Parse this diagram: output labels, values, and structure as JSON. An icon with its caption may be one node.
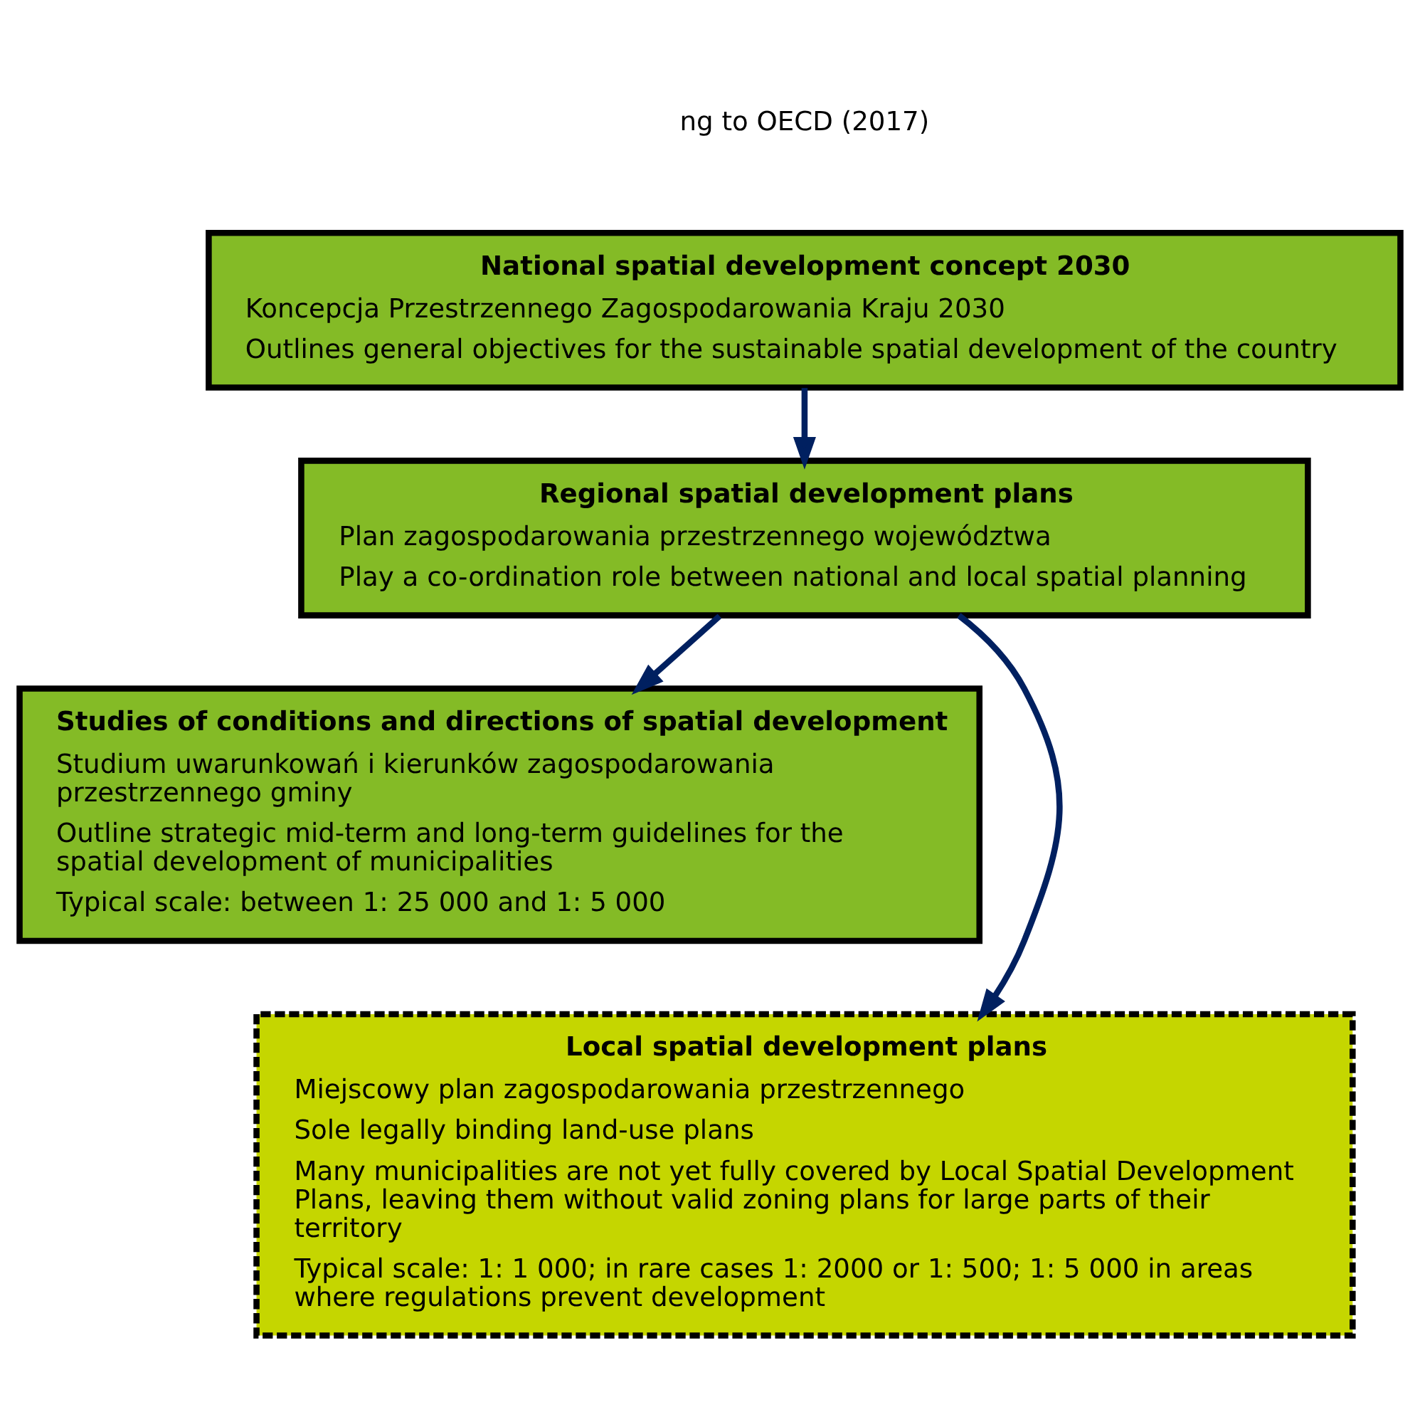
{
  "diagram": {
    "nodes": [
      {
        "text": [
          "National spatial development concept 2030",
          "Koncepcja Przestrzennego Zagospodarowania Kraju 2030",
          "Outlines general objectives for the sustainable spatial development of the country"
        ]
      },
      {
        "text": [
          "Regional spatial development plans",
          "Plan zagospodarowania przestrzennego województwa",
          "Play a co-ordination role between national and local spatial planning"
        ]
      },
      {
        "text": [
          "Studies of conditions and directions of spatial development",
          "Studium uwarunkowań i kierunków zagospodarowania przestrzennego gminy",
          "Outline strategic mid-term and long-term guidelines for the spatial development of municipalities",
          "Typical scale: between 1: 25 000 and 1: 5 000"
        ]
      },
      {
        "text": [
          "Local spatial development plans",
          "Miejscowy plan zagospodarowania przestrzennego",
          "Sole legally binding land-use plans",
          "Many municipalities are not yet fully covered by Local Spatial Development Plans, leaving them without valid zoning plans for large parts of their territory",
          "Typical scale: 1: 1 000; in rare cases 1: 2000 or 1: 500; 1: 5 000 in areas where regulations prevent development"
        ]
      }
    ],
    "edges": [
      {
        "from": 0,
        "to": 1,
        "arrow": "to"
      },
      {
        "from": 1,
        "to": 2,
        "arrow": "to"
      },
      {
        "from": 1,
        "to": 3,
        "arrow": "to"
      }
    ],
    "labels": [
      "ng to OECD (2017)"
    ]
  }
}
